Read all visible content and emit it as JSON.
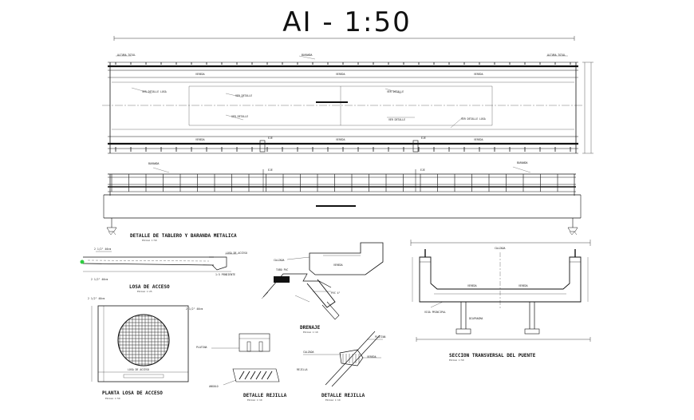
{
  "drawing": {
    "title": "AI - 1:50",
    "captions": {
      "deck_detail": "DETALLE DE TABLERO Y BARANDA METALICA",
      "approach_slab": "LOSA DE ACCESO",
      "approach_slab_plan": "PLANTA LOSA DE ACCESO",
      "drainage": "DRENAJE",
      "grate_detail_1": "DETALLE REJILLA",
      "grate_detail_2": "DETALLE REJILLA",
      "cross_section": "SECCION TRANSVERSAL DEL PUENTE"
    },
    "scale_notes": {
      "deck_detail": "ESCALA 1:50",
      "approach_slab": "ESCALA 1:25",
      "approach_slab_plan": "ESCALA 1:50",
      "drainage": "ESCALA 1:10",
      "grate_detail_1": "ESCALA 1:10",
      "grate_detail_2": "ESCALA 1:10",
      "cross_section": "ESCALA 1:50"
    },
    "labels": {
      "vereda": "VEREDA",
      "calzada": "CALZADA",
      "eje": "EJE",
      "baranda": "BARANDA"
    }
  }
}
